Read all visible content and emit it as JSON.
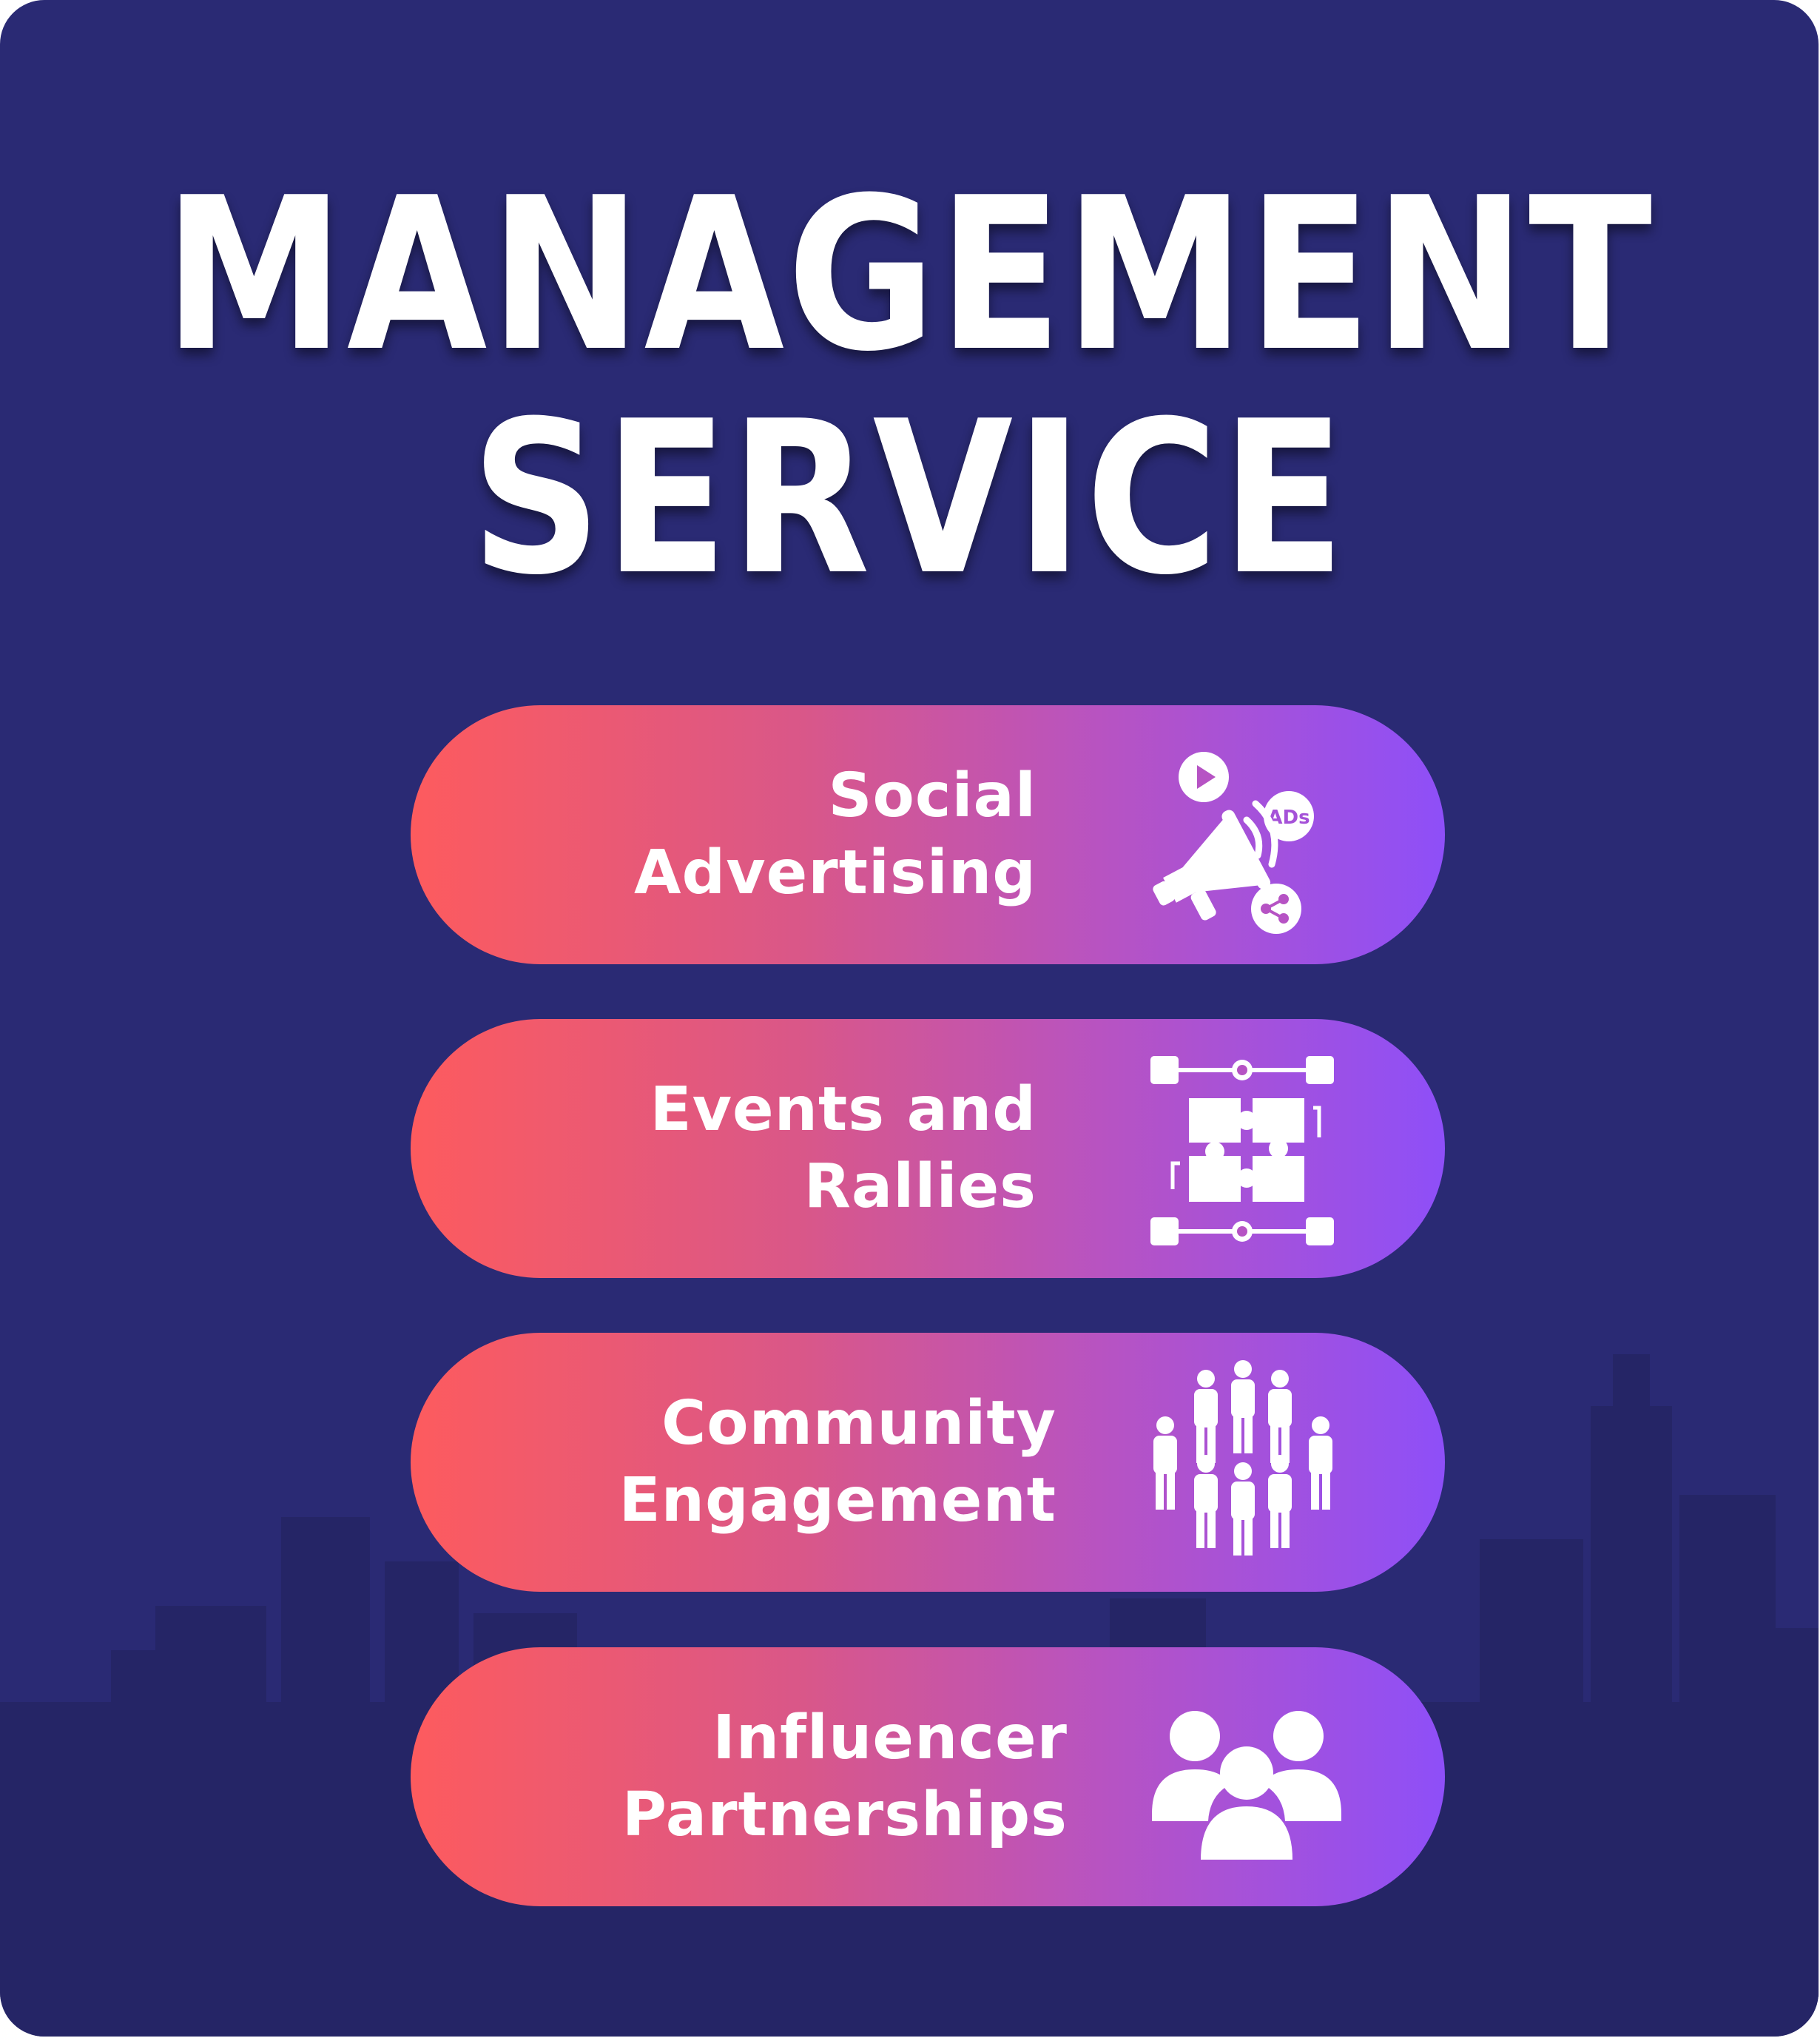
{
  "title": {
    "line1": "MANAGEMENT",
    "line2": "SERVICE"
  },
  "services": [
    {
      "line1": "Social",
      "line2": "Advertising",
      "icon": "megaphone-ads-icon",
      "icon_badge": "ADs"
    },
    {
      "line1": "Events and",
      "line2": "Rallies",
      "icon": "puzzle-network-icon"
    },
    {
      "line1": "Community",
      "line2": "Engagement",
      "icon": "crowd-icon"
    },
    {
      "line1": "Influencer",
      "line2": "Partnerships",
      "icon": "group-users-icon"
    }
  ],
  "colors": {
    "background": "#2a2a74",
    "gradient_start": "#fd5b5e",
    "gradient_end": "#8e4ff8",
    "text": "#ffffff"
  }
}
